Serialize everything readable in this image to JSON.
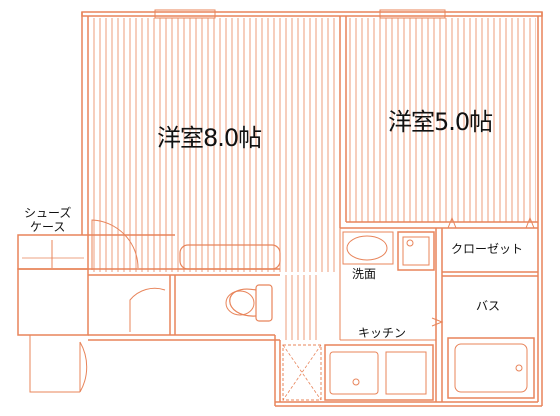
{
  "labels": {
    "western_room_large": "洋室8.0帖",
    "western_room_small": "洋室5.0帖",
    "shoe_case_line1": "シューズ",
    "shoe_case_line2": "ケース",
    "closet": "クローゼット",
    "washroom": "洗面",
    "bath": "バス",
    "kitchen": "キッチン"
  },
  "colors": {
    "wall": "#e8845a",
    "hatch": "#e8845a",
    "fixture": "#e8845a",
    "text": "#111111",
    "background": "#ffffff"
  }
}
